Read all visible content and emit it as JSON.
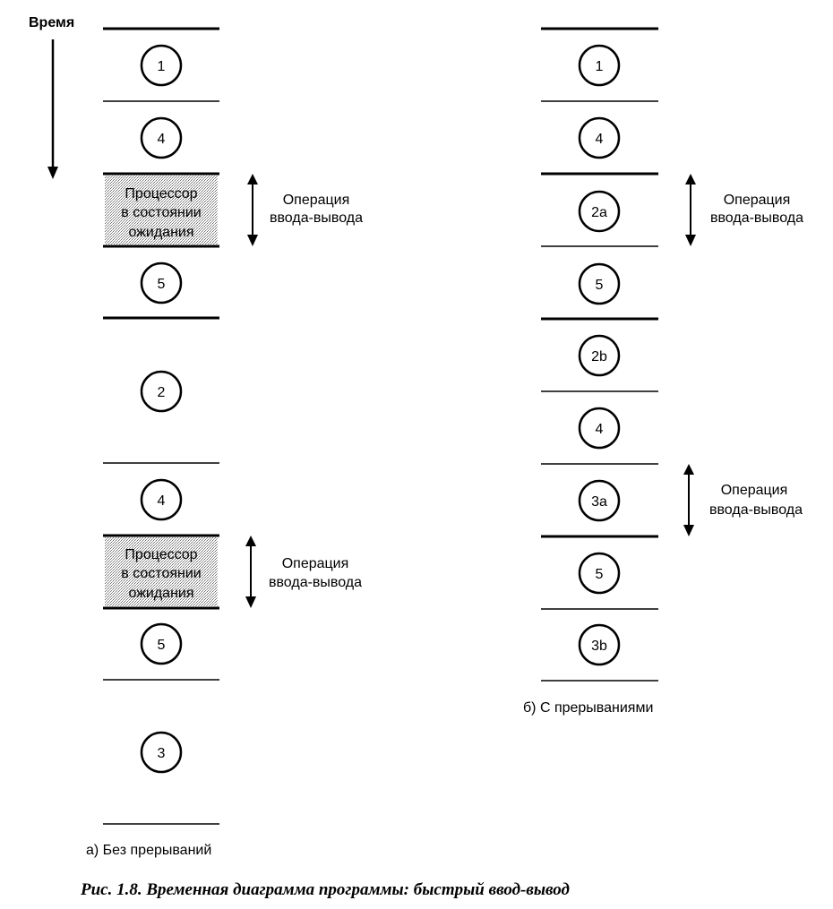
{
  "time_label": "Время",
  "left_column": {
    "caption": "а) Без прерываний",
    "segments": [
      {
        "kind": "step",
        "label": "1"
      },
      {
        "kind": "step",
        "label": "4"
      },
      {
        "kind": "wait",
        "label_lines": [
          "Процессор",
          "в состоянии",
          "ожидания"
        ]
      },
      {
        "kind": "step",
        "label": "5"
      },
      {
        "kind": "step",
        "label": "2"
      },
      {
        "kind": "step",
        "label": "4"
      },
      {
        "kind": "wait",
        "label_lines": [
          "Процессор",
          "в состоянии",
          "ожидания"
        ]
      },
      {
        "kind": "step",
        "label": "5"
      },
      {
        "kind": "step",
        "label": "3"
      }
    ],
    "io_annotations": [
      {
        "lines": [
          "Операция",
          "ввода-вывода"
        ]
      },
      {
        "lines": [
          "Операция",
          "ввода-вывода"
        ]
      }
    ]
  },
  "right_column": {
    "caption": "б) С прерываниями",
    "segments": [
      {
        "kind": "step",
        "label": "1"
      },
      {
        "kind": "step",
        "label": "4"
      },
      {
        "kind": "step",
        "label": "2a"
      },
      {
        "kind": "step",
        "label": "5"
      },
      {
        "kind": "step",
        "label": "2b"
      },
      {
        "kind": "step",
        "label": "4"
      },
      {
        "kind": "step",
        "label": "3a"
      },
      {
        "kind": "step",
        "label": "5"
      },
      {
        "kind": "step",
        "label": "3b"
      }
    ],
    "io_annotations": [
      {
        "lines": [
          "Операция",
          "ввода-вывода"
        ]
      },
      {
        "lines": [
          "Операция",
          "ввода-вывода"
        ]
      }
    ]
  },
  "figure_caption": "Рис. 1.8. Временная диаграмма программы: быстрый ввод-вывод"
}
